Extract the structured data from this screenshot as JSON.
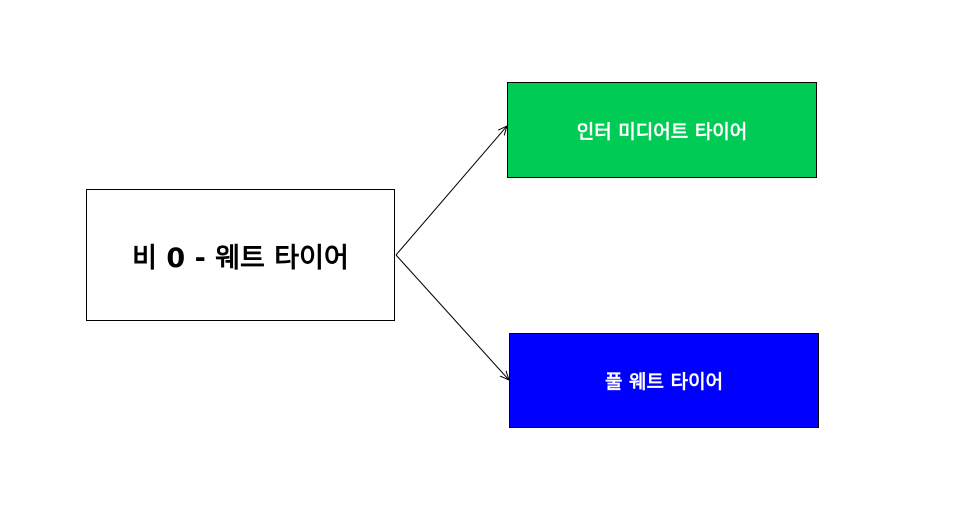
{
  "nodes": {
    "source": {
      "label": "비 0 - 웨트 타이어",
      "fill": "#ffffff"
    },
    "top": {
      "label": "인터 미디어트 타이어",
      "fill": "#00cc55"
    },
    "bottom": {
      "label": "풀 웨트 타이어",
      "fill": "#0000ff"
    }
  },
  "edges": [
    {
      "from": "source",
      "to": "top"
    },
    {
      "from": "source",
      "to": "bottom"
    }
  ]
}
